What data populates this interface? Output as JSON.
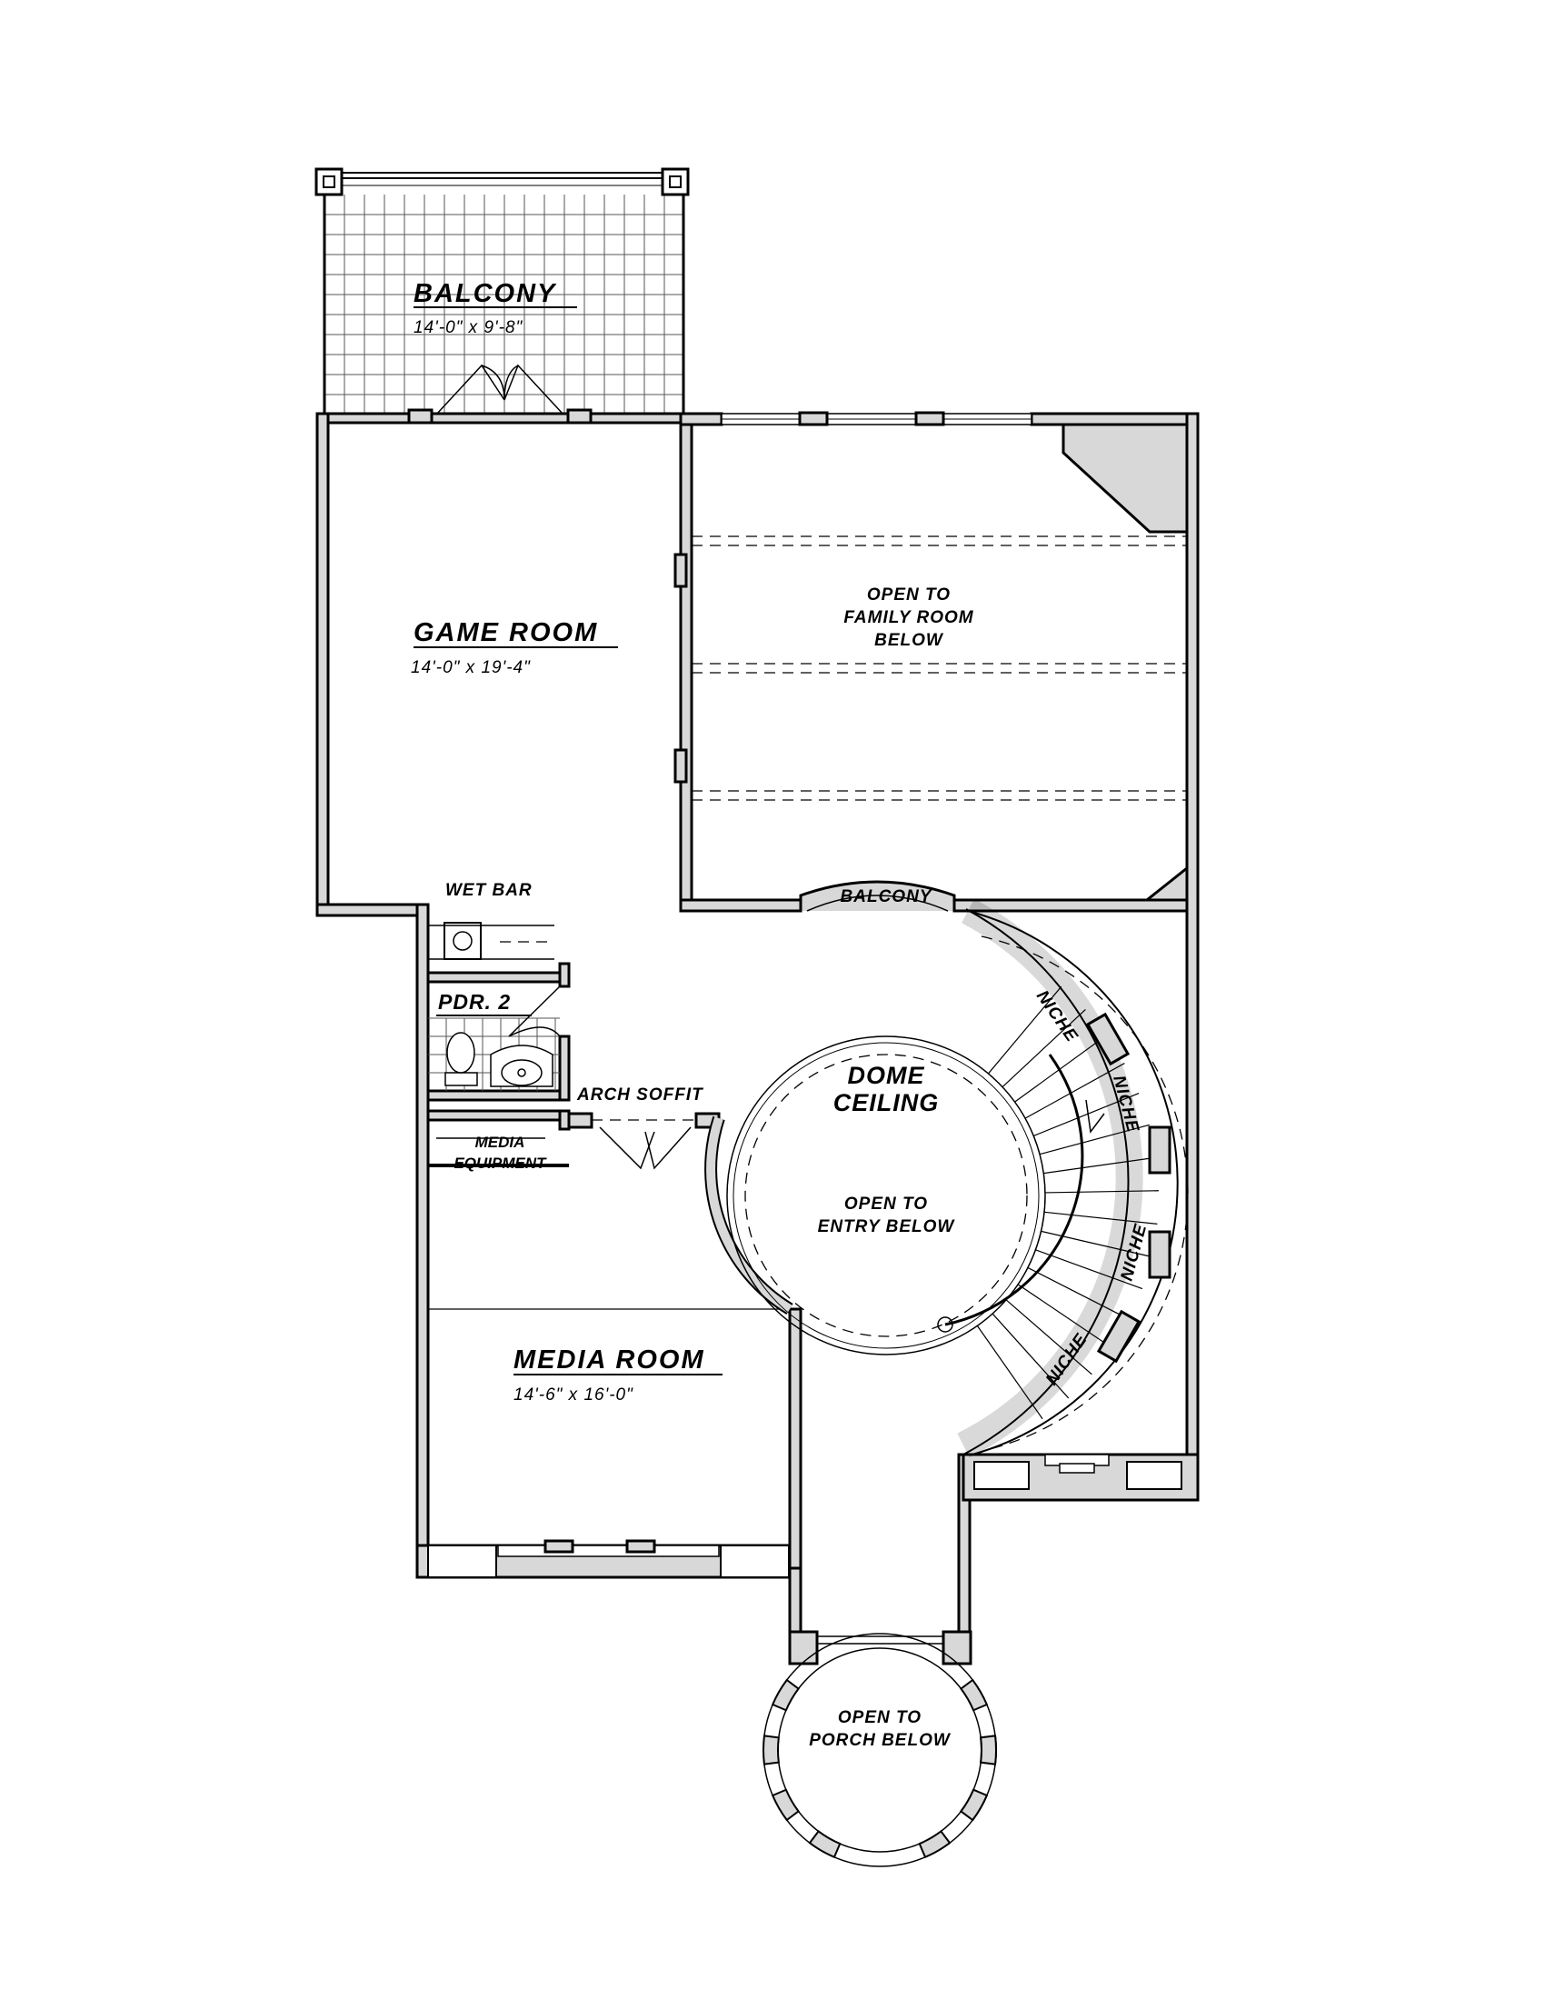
{
  "rooms": {
    "balcony_top": {
      "name": "BALCONY",
      "dims": "14'-0\" x 9'-8\""
    },
    "game_room": {
      "name": "GAME ROOM",
      "dims": "14'-0\" x 19'-4\""
    },
    "open_family": {
      "line1": "OPEN TO",
      "line2": "FAMILY ROOM",
      "line3": "BELOW"
    },
    "balcony_small": {
      "name": "BALCONY"
    },
    "wet_bar": {
      "name": "WET BAR"
    },
    "powder": {
      "name": "PDR. 2"
    },
    "arch_soffit": {
      "name": "ARCH SOFFIT"
    },
    "media_equipment": {
      "line1": "MEDIA",
      "line2": "EQUIPMENT"
    },
    "dome": {
      "line1": "DOME",
      "line2": "CEILING"
    },
    "open_entry": {
      "line1": "OPEN TO",
      "line2": "ENTRY BELOW"
    },
    "media_room": {
      "name": "MEDIA ROOM",
      "dims": "14'-6\" x 16'-0\""
    },
    "open_porch": {
      "line1": "OPEN TO",
      "line2": "PORCH BELOW"
    },
    "niche_label": "NICHE"
  },
  "colors": {
    "wall_fill": "#d8d8d8",
    "line": "#000000",
    "background": "#ffffff"
  }
}
